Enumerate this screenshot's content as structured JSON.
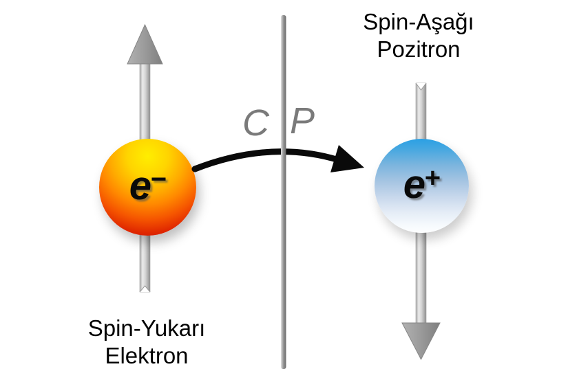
{
  "diagram_type": "cp-symmetry-transformation",
  "operators": {
    "charge_conjugation": "C",
    "parity": "P",
    "color": "#7a7a7a"
  },
  "left_particle": {
    "symbol": "e",
    "charge_sign": "−",
    "caption_line1": "Spin-Yukarı",
    "caption_line2": "Elektron",
    "spin_arrow_direction": "up",
    "sphere_colors": {
      "top": "#ffe600",
      "middle": "#ff8800",
      "bottom": "#c81400"
    }
  },
  "right_particle": {
    "symbol": "e",
    "charge_sign": "+",
    "caption_line1": "Spin-Aşağı",
    "caption_line2": "Pozitron",
    "spin_arrow_direction": "down",
    "sphere_colors": {
      "top": "#2aa0e4",
      "middle": "#a5c4e2",
      "bottom": "#fdfeff"
    }
  },
  "mirror_line": {
    "color_light": "#e0e0e0",
    "color_dark": "#6a6a6a"
  },
  "transform_arrow": {
    "color": "#0a0a0a",
    "direction": "left-to-right"
  },
  "background_color": "#ffffff"
}
